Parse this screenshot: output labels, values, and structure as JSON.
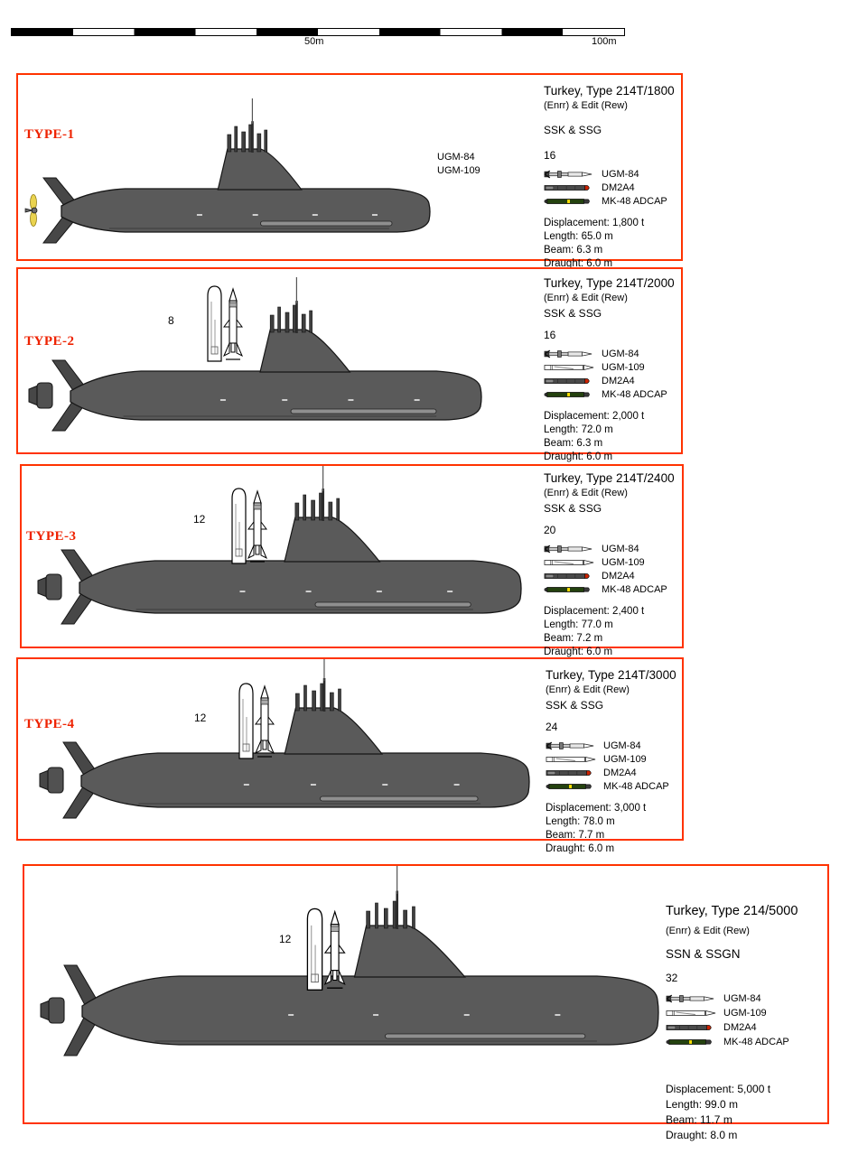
{
  "scale_bar": {
    "mid_label": "50m",
    "end_label": "100m"
  },
  "colors": {
    "panel_border": "#ff3300",
    "type_label": "#ee2200",
    "hull": "#5a5a5a",
    "hull_dark": "#474747",
    "outline": "#161616",
    "propeller_yellow": "#ead34f",
    "torpedo_red_nose": "#cc2200",
    "torpedo_green": "#24420f",
    "torpedo_yellow_band": "#ffe000"
  },
  "panels": [
    {
      "type_label": "TYPE-1",
      "title": "Turkey, Type 214T/1800",
      "subtitle": "(Enrr) & Edit (Rew)",
      "role": "SSK & SSG",
      "weapon_count": "16",
      "vls_count": "",
      "hull_annotations": {
        "line1": "UGM-84",
        "line2": "UGM-109"
      },
      "weapons": [
        {
          "icon": "ugm-84-missile-icon",
          "label": "UGM-84"
        },
        {
          "icon": "dm2a4-torpedo-icon",
          "label": "DM2A4"
        },
        {
          "icon": "mk-48-torpedo-icon",
          "label": "MK-48 ADCAP"
        }
      ],
      "specs": {
        "displacement": "Displacement: 1,800 t",
        "length": "Length: 65.0 m",
        "beam": "Beam: 6.3 m",
        "draught": "Draught: 6.0 m"
      }
    },
    {
      "type_label": "TYPE-2",
      "title": "Turkey, Type 214T/2000",
      "subtitle": "(Enrr) & Edit (Rew)",
      "role": "SSK & SSG",
      "weapon_count": "16",
      "vls_count": "8",
      "weapons": [
        {
          "icon": "ugm-84-missile-icon",
          "label": "UGM-84"
        },
        {
          "icon": "ugm-109-missile-icon",
          "label": "UGM-109"
        },
        {
          "icon": "dm2a4-torpedo-icon",
          "label": "DM2A4"
        },
        {
          "icon": "mk-48-torpedo-icon",
          "label": "MK-48 ADCAP"
        }
      ],
      "specs": {
        "displacement": "Displacement: 2,000 t",
        "length": "Length: 72.0 m",
        "beam": "Beam: 6.3 m",
        "draught": "Draught: 6.0 m"
      }
    },
    {
      "type_label": "TYPE-3",
      "title": "Turkey, Type 214T/2400",
      "subtitle": "(Enrr) & Edit (Rew)",
      "role": "SSK & SSG",
      "weapon_count": "20",
      "vls_count": "12",
      "weapons": [
        {
          "icon": "ugm-84-missile-icon",
          "label": "UGM-84"
        },
        {
          "icon": "ugm-109-missile-icon",
          "label": "UGM-109"
        },
        {
          "icon": "dm2a4-torpedo-icon",
          "label": "DM2A4"
        },
        {
          "icon": "mk-48-torpedo-icon",
          "label": "MK-48 ADCAP"
        }
      ],
      "specs": {
        "displacement": "Displacement: 2,400 t",
        "length": "Length: 77.0 m",
        "beam": "Beam: 7.2 m",
        "draught": "Draught: 6.0 m"
      }
    },
    {
      "type_label": "TYPE-4",
      "title": "Turkey, Type 214T/3000",
      "subtitle": "(Enrr) & Edit (Rew)",
      "role": "SSK & SSG",
      "weapon_count": "24",
      "vls_count": "12",
      "weapons": [
        {
          "icon": "ugm-84-missile-icon",
          "label": "UGM-84"
        },
        {
          "icon": "ugm-109-missile-icon",
          "label": "UGM-109"
        },
        {
          "icon": "dm2a4-torpedo-icon",
          "label": "DM2A4"
        },
        {
          "icon": "mk-48-torpedo-icon",
          "label": "MK-48 ADCAP"
        }
      ],
      "specs": {
        "displacement": "Displacement: 3,000 t",
        "length": "Length: 78.0 m",
        "beam": "Beam: 7.7 m",
        "draught": "Draught: 6.0 m"
      }
    },
    {
      "type_label": "",
      "title": "Turkey, Type 214/5000",
      "subtitle": "(Enrr) & Edit (Rew)",
      "role": "SSN & SSGN",
      "weapon_count": "32",
      "vls_count": "12",
      "weapons": [
        {
          "icon": "ugm-84-missile-icon",
          "label": "UGM-84"
        },
        {
          "icon": "ugm-109-missile-icon",
          "label": "UGM-109"
        },
        {
          "icon": "dm2a4-torpedo-icon",
          "label": "DM2A4"
        },
        {
          "icon": "mk-48-torpedo-icon",
          "label": "MK-48 ADCAP"
        }
      ],
      "specs": {
        "displacement": "Displacement: 5,000 t",
        "length": "Length: 99.0 m",
        "beam": "Beam: 11.7 m",
        "draught": "Draught: 8.0 m"
      }
    }
  ]
}
